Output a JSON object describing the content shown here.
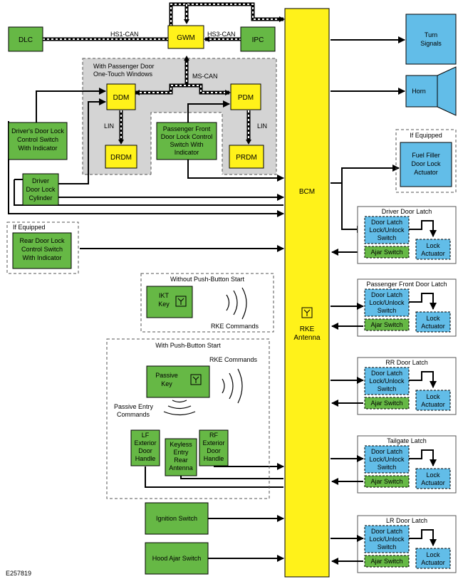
{
  "figure_id": "E257819",
  "central": {
    "label": "BCM",
    "antenna_label": "RKE Antenna"
  },
  "gateway": {
    "gwm": "GWM",
    "ipc": "IPC",
    "dlc": "DLC"
  },
  "buses": {
    "hs1": "HS1-CAN",
    "hs3": "HS3-CAN",
    "ms": "MS-CAN",
    "lin_left": "LIN",
    "lin_right": "LIN"
  },
  "passenger_region": {
    "title_line1": "With Passenger Door",
    "title_line2": "One-Touch Windows"
  },
  "modules": {
    "ddm": "DDM",
    "pdm": "PDM",
    "drdm": "DRDM",
    "prdm": "PRDM"
  },
  "inputs": {
    "driver_switch": [
      "Driver's Door Lock",
      "Control Switch",
      "With Indicator"
    ],
    "passenger_switch": [
      "Passenger Front",
      "Door Lock Control",
      "Switch With",
      "Indicator"
    ],
    "driver_cylinder": [
      "Driver",
      "Door Lock",
      "Cylinder"
    ],
    "rear_switch": [
      "Rear Door Lock",
      "Control Switch",
      "With Indicator"
    ],
    "rear_if_equipped": "If Equipped",
    "ignition": "Ignition Switch",
    "hood": "Hood Ajar Switch"
  },
  "keys": {
    "without_title": "Without Push-Button Start",
    "ikt_key": [
      "IKT",
      "Key"
    ],
    "rke_commands_1": "RKE Commands",
    "with_title": "With Push-Button Start",
    "rke_commands_2": "RKE Commands",
    "passive_key": [
      "Passive",
      "Key"
    ],
    "passive_entry": [
      "Passive Entry",
      "Commands"
    ],
    "lf_handle": [
      "LF",
      "Exterior",
      "Door",
      "Handle"
    ],
    "keyless_antenna": [
      "Keyless",
      "Entry",
      "Rear",
      "Antenna"
    ],
    "rf_handle": [
      "RF",
      "Exterior",
      "Door",
      "Handle"
    ]
  },
  "outputs": {
    "turn_signals": [
      "Turn",
      "Signals"
    ],
    "horn": "Horn",
    "fuel_if_equipped": "If Equipped",
    "fuel_filler": [
      "Fuel Filler",
      "Door Lock",
      "Actuator"
    ]
  },
  "latches": [
    {
      "title": "Driver Door Latch",
      "switch": [
        "Door Latch",
        "Lock/Unlock",
        "Switch"
      ],
      "ajar": "Ajar Switch",
      "actuator": [
        "Lock",
        "Actuator"
      ]
    },
    {
      "title": "Passenger Front Door Latch",
      "switch": [
        "Door Latch",
        "Lock/Unlock",
        "Switch"
      ],
      "ajar": "Ajar Switch",
      "actuator": [
        "Lock",
        "Actuator"
      ]
    },
    {
      "title": "RR Door Latch",
      "switch": [
        "Door Latch",
        "Lock/Unlock",
        "Switch"
      ],
      "ajar": "Ajar Switch",
      "actuator": [
        "Lock",
        "Actuator"
      ]
    },
    {
      "title": "Tailgate Latch",
      "switch": [
        "Door Latch",
        "Lock/Unlock",
        "Switch"
      ],
      "ajar": "Ajar Switch",
      "actuator": [
        "Lock",
        "Actuator"
      ]
    },
    {
      "title": "LR Door Latch",
      "switch": [
        "Door Latch",
        "Lock/Unlock",
        "Switch"
      ],
      "ajar": "Ajar Switch",
      "actuator": [
        "Lock",
        "Actuator"
      ]
    }
  ],
  "colors": {
    "module_yellow": "#fff21a",
    "input_green": "#66b845",
    "output_blue": "#62bde8",
    "region_grey": "#d4d4d4"
  }
}
